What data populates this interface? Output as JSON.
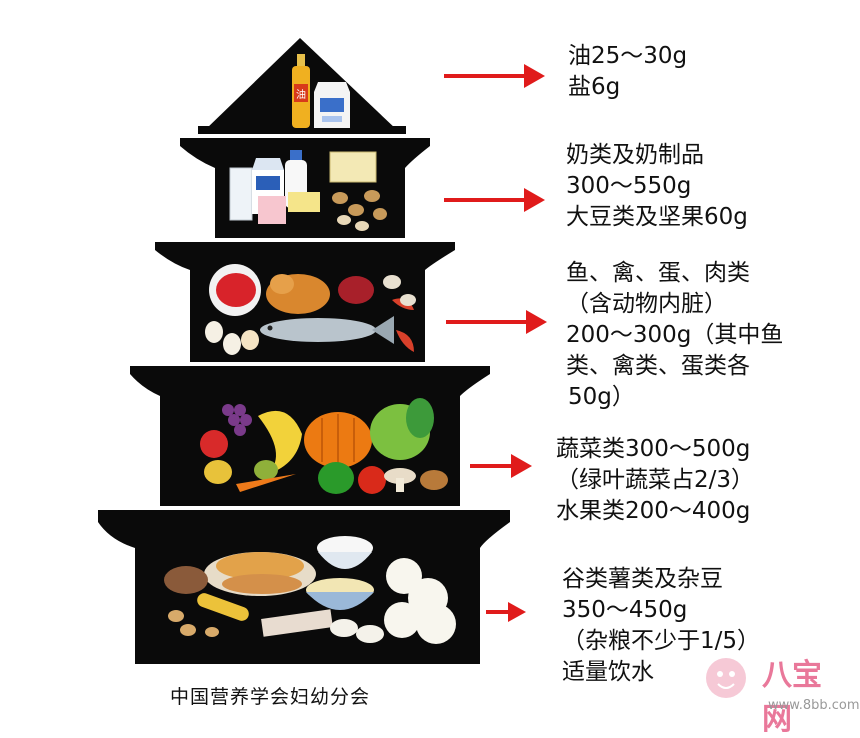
{
  "tiers": [
    {
      "id": "top",
      "lines": [
        "油25～30g",
        "盐6g"
      ]
    },
    {
      "id": "dairy",
      "lines": [
        "奶类及奶制品",
        "300～550g",
        "大豆类及坚果60g"
      ]
    },
    {
      "id": "protein",
      "lines": [
        "鱼、禽、蛋、肉类",
        "（含动物内脏）",
        "200～300g（其中鱼",
        "类、禽类、蛋类各",
        "50g）"
      ]
    },
    {
      "id": "produce",
      "lines": [
        "蔬菜类300～500g",
        "（绿叶蔬菜占2/3）",
        "水果类200～400g"
      ]
    },
    {
      "id": "grains",
      "lines": [
        "谷类薯类及杂豆",
        "350～450g",
        "（杂粮不少于1/5）",
        "适量饮水"
      ]
    }
  ],
  "footer": "中国营养学会妇幼分会",
  "watermark": {
    "text": "八宝网",
    "url": "www.8bb.com"
  },
  "icons": {
    "oil_bottle_label": "油"
  },
  "colors": {
    "pyramid": "#0a0a0a",
    "arrow": "#e01b1b",
    "watermark": "#e9789a"
  }
}
